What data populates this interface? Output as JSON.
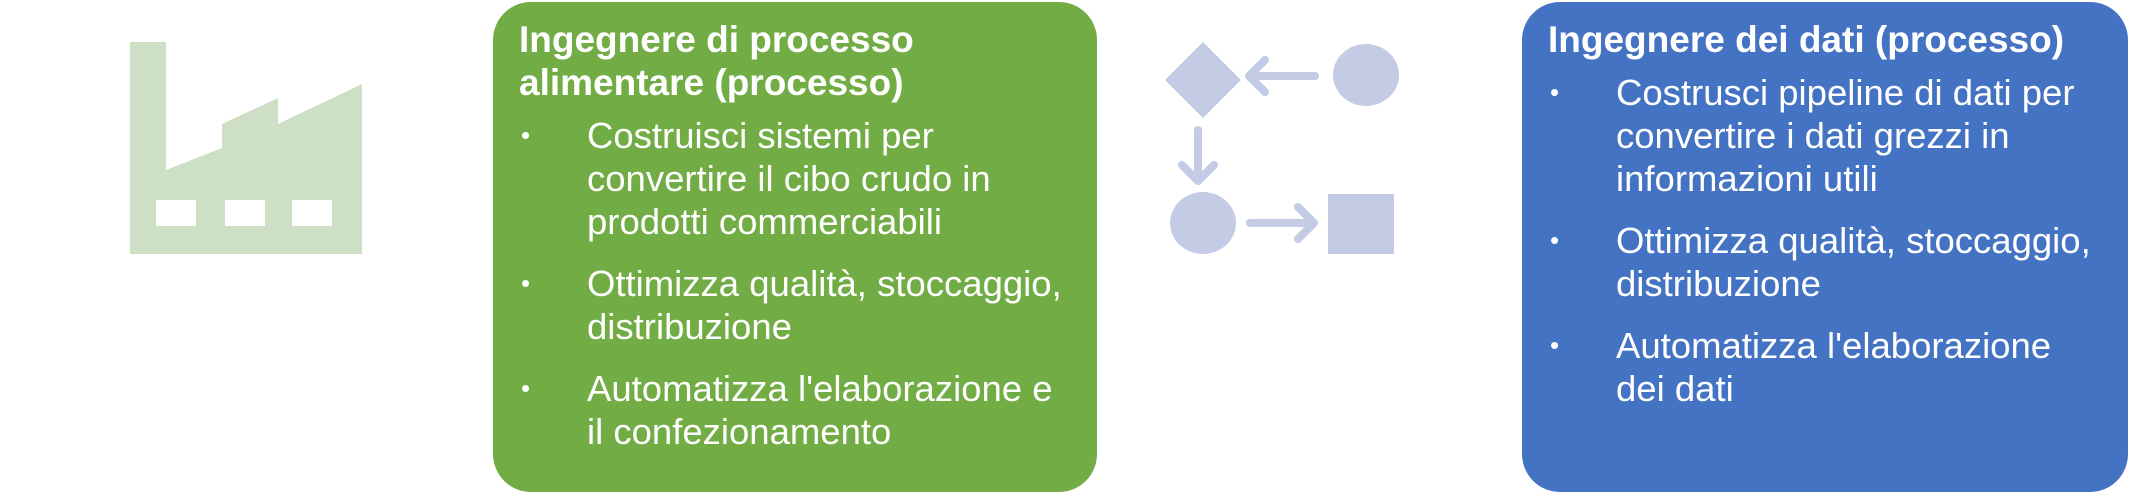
{
  "colors": {
    "green_card": "#72AC44",
    "blue_card": "#4573C4",
    "factory_icon": "#CDDFC5",
    "flow_icon": "#C4CBE4",
    "text": "#FFFFFF"
  },
  "icons": {
    "left": "factory-icon",
    "middle": "process-flow-icon"
  },
  "food_engineer": {
    "title": "Ingegnere di processo alimentare (processo)",
    "bullets": [
      "Costruisci sistemi per convertire il cibo crudo in prodotti commerciabili",
      "Ottimizza qualità, stoccaggio, distribuzione",
      "Automatizza l'elaborazione e il confezionamento"
    ]
  },
  "data_engineer": {
    "title": "Ingegnere dei dati (processo)",
    "bullets": [
      "Costrusci pipeline di dati per convertire i dati grezzi in informazioni utili",
      "Ottimizza qualità, stoccaggio, distribuzione",
      "Automatizza l'elaborazione dei dati"
    ]
  },
  "bullet_symbol": "•"
}
